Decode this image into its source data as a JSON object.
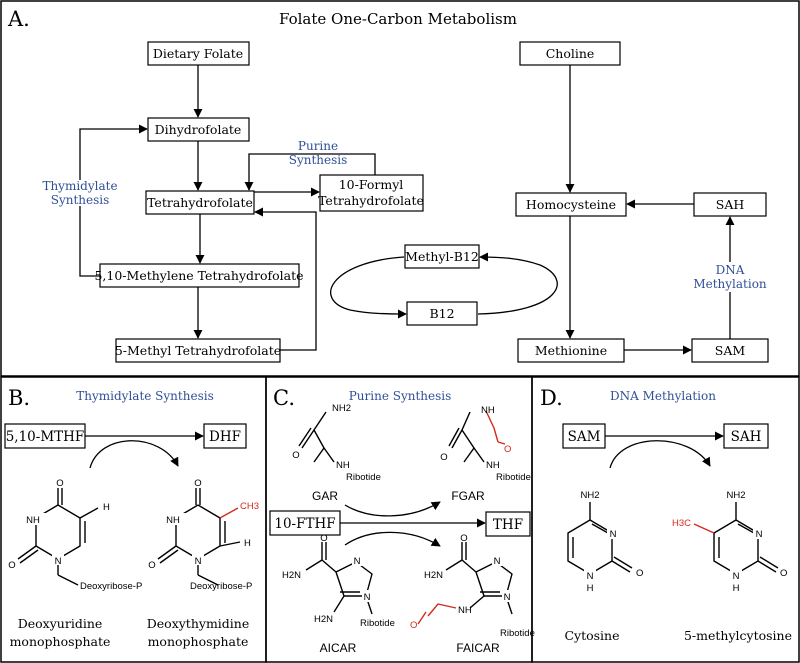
{
  "panel_a": {
    "letter": "A.",
    "title": "Folate One-Carbon Metabolism",
    "nodes": {
      "dietary_folate": "Dietary Folate",
      "dihydrofolate": "Dihydrofolate",
      "tetrahydrofolate": "Tetrahydrofolate",
      "formyl_thf_1": "10-Formyl",
      "formyl_thf_2": "Tetrahydrofolate",
      "methylene_thf": "5,10-Methylene Tetrahydrofolate",
      "methyl_thf": "5-Methyl Tetrahydrofolate",
      "methyl_b12": "Methyl-B12",
      "b12": "B12",
      "choline": "Choline",
      "homocysteine": "Homocysteine",
      "sah": "SAH",
      "methionine": "Methionine",
      "sam": "SAM"
    },
    "labels": {
      "purine_1": "Purine",
      "purine_2": "Synthesis",
      "thymidylate_1": "Thymidylate",
      "thymidylate_2": "Synthesis",
      "dna_1": "DNA",
      "dna_2": "Methylation"
    }
  },
  "panel_b": {
    "letter": "B.",
    "title": "Thymidylate Synthesis",
    "reactant": "5,10-MTHF",
    "product": "DHF",
    "mol1_name_1": "Deoxyuridine",
    "mol1_name_2": "monophosphate",
    "mol2_name_1": "Deoxythymidine",
    "mol2_name_2": "monophosphate",
    "atoms": {
      "O": "O",
      "NH": "NH",
      "N": "N",
      "H": "H",
      "CH3": "CH3",
      "sugar": "Deoxyribose-P"
    }
  },
  "panel_c": {
    "letter": "C.",
    "title": "Purine Synthesis",
    "reactant": "10-FTHF",
    "product": "THF",
    "gar": "GAR",
    "fgar": "FGAR",
    "aicar": "AICAR",
    "faicar": "FAICAR",
    "atoms": {
      "NH2": "NH2",
      "NH": "NH",
      "O": "O",
      "N": "N",
      "H2N": "H2N",
      "ribotide": "Ribotide"
    }
  },
  "panel_d": {
    "letter": "D.",
    "title": "DNA Methylation",
    "reactant": "SAM",
    "product": "SAH",
    "mol1_name": "Cytosine",
    "mol2_name": "5-methylcytosine",
    "atoms": {
      "NH2": "NH2",
      "N": "N",
      "NH": "N\nH",
      "O": "O",
      "H3C": "H3C"
    }
  },
  "colors": {
    "accent_blue": "#2f4f96",
    "methyl_red": "#d42a1e"
  }
}
